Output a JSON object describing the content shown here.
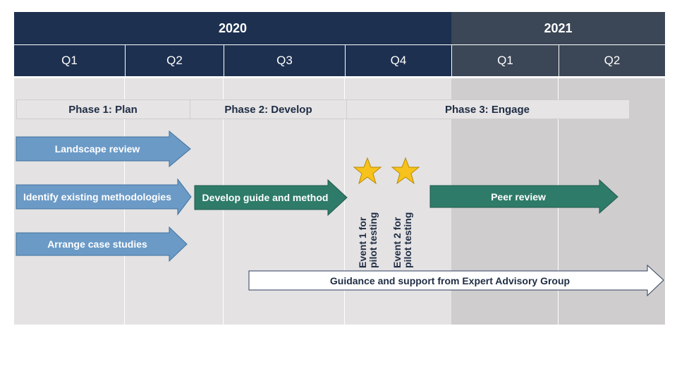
{
  "timeline": {
    "years": [
      {
        "label": "2020"
      },
      {
        "label": "2021"
      }
    ],
    "quarters": [
      {
        "label": "Q1"
      },
      {
        "label": "Q2"
      },
      {
        "label": "Q3"
      },
      {
        "label": "Q4"
      },
      {
        "label": "Q1"
      },
      {
        "label": "Q2"
      }
    ]
  },
  "phases": [
    {
      "label": "Phase 1: Plan"
    },
    {
      "label": "Phase 2: Develop"
    },
    {
      "label": "Phase 3: Engage"
    }
  ],
  "tasks": [
    {
      "label": "Landscape review",
      "color": "#6b9ac6"
    },
    {
      "label": "Identify existing methodologies",
      "color": "#6b9ac6"
    },
    {
      "label": "Arrange case studies",
      "color": "#6b9ac6"
    },
    {
      "label": "Develop guide and method",
      "color": "#2e7b69"
    },
    {
      "label": "Peer review",
      "color": "#2e7b69"
    },
    {
      "label": "Guidance and support from Expert Advisory Group",
      "color": "#ffffff"
    }
  ],
  "events": [
    {
      "line1": "Event 1 for",
      "line2": "pilot testing",
      "star_color": "#f7c21b"
    },
    {
      "line1": "Event 2 for",
      "line2": "pilot testing",
      "star_color": "#f7c21b"
    }
  ],
  "colors": {
    "header_2020": "#1d3050",
    "header_2021": "#3b4656",
    "body_2020": "#e4e2e3",
    "body_2021": "#cfcdce"
  }
}
